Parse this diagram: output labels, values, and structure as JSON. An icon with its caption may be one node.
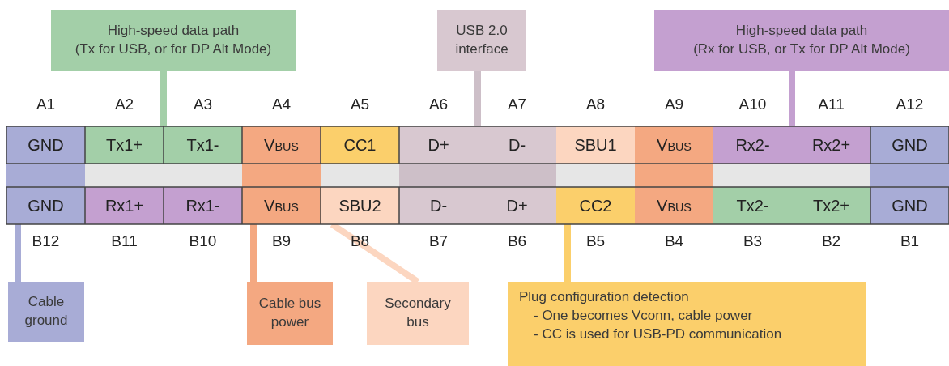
{
  "diagram": {
    "nodes": [
      {
        "text": [
          "High-speed data path",
          "(Tx for USB, or for DP Alt Mode)"
        ]
      },
      {
        "text": [
          "USB 2.0 interface"
        ]
      },
      {
        "text": [
          "High-speed data path",
          "(Rx for USB, or Tx for DP Alt Mode)"
        ]
      },
      {
        "text": [
          "GND"
        ],
        "beside": [
          "A1"
        ]
      },
      {
        "text": [
          "Tx1+"
        ],
        "beside": [
          "A2"
        ]
      },
      {
        "text": [
          "Tx1-"
        ],
        "beside": [
          "A3"
        ]
      },
      {
        "text": [
          "V$_{BUS}$"
        ],
        "beside": [
          "A4"
        ]
      },
      {
        "text": [
          "CC1"
        ],
        "beside": [
          "A5"
        ]
      },
      {
        "text": [
          "D+"
        ],
        "beside": [
          "A6"
        ]
      },
      {
        "text": [
          "D-"
        ],
        "beside": [
          "A7"
        ]
      },
      {
        "text": [
          "SBU1"
        ],
        "beside": [
          "A8"
        ]
      },
      {
        "text": [
          "V$_{BUS}$"
        ],
        "beside": [
          "A9"
        ]
      },
      {
        "text": [
          "Rx2-"
        ],
        "beside": [
          "A10"
        ]
      },
      {
        "text": [
          "Rx2+"
        ],
        "beside": [
          "A11"
        ]
      },
      {
        "text": [
          "GND"
        ],
        "beside": [
          "A12"
        ]
      },
      {
        "text": [
          "GND"
        ],
        "beside": [
          "B12"
        ]
      },
      {
        "text": [
          "Rx1+"
        ],
        "beside": [
          "B11"
        ]
      },
      {
        "text": [
          "Rx1-"
        ],
        "beside": [
          "B10"
        ]
      },
      {
        "text": [
          "V$_{BUS}$"
        ],
        "beside": [
          "B9"
        ]
      },
      {
        "text": [
          "SBU2"
        ],
        "beside": [
          "B8"
        ]
      },
      {
        "text": [
          "D-"
        ],
        "beside": [
          "B7"
        ]
      },
      {
        "text": [
          "D+"
        ],
        "beside": [
          "B6"
        ]
      },
      {
        "text": [
          "CC2"
        ],
        "beside": [
          "B5"
        ]
      },
      {
        "text": [
          "V$_{BUS}$"
        ],
        "beside": [
          "B4"
        ]
      },
      {
        "text": [
          "Tx2-"
        ],
        "beside": [
          "B3"
        ]
      },
      {
        "text": [
          "Tx2+"
        ],
        "beside": [
          "B2"
        ]
      },
      {
        "text": [
          "GND"
        ],
        "beside": [
          "B1"
        ]
      },
      {
        "text": [
          "Cable ground"
        ]
      },
      {
        "text": [
          "Cable bus power"
        ]
      },
      {
        "text": [
          "Secondary bus"
        ]
      },
      {
        "text": [
          "Plug configuration detection",
          "- One becomes Vconn, cable power",
          "- CC is used for USB-PD communication"
        ]
      }
    ],
    "edges": [
      {
        "from": 0,
        "to": 4,
        "arrow": "none",
        "color": "#a3cfa8"
      },
      {
        "from": 0,
        "to": 5,
        "arrow": "none",
        "color": "#a3cfa8"
      },
      {
        "from": 1,
        "to": 8,
        "arrow": "none",
        "color": "#cdbfc8"
      },
      {
        "from": 1,
        "to": 9,
        "arrow": "none",
        "color": "#cdbfc8"
      },
      {
        "from": 2,
        "to": 12,
        "arrow": "none",
        "color": "#c4a0d0"
      },
      {
        "from": 2,
        "to": 13,
        "arrow": "none",
        "color": "#c4a0d0"
      },
      {
        "from": 27,
        "to": 15,
        "arrow": "none",
        "color": "#a8acd6"
      },
      {
        "from": 28,
        "to": 18,
        "arrow": "none",
        "color": "#f4a881"
      },
      {
        "from": 29,
        "to": 19,
        "arrow": "none",
        "color": "#fcd6c0"
      },
      {
        "from": 30,
        "to": 22,
        "arrow": "none",
        "color": "#fbcf6b"
      }
    ]
  }
}
